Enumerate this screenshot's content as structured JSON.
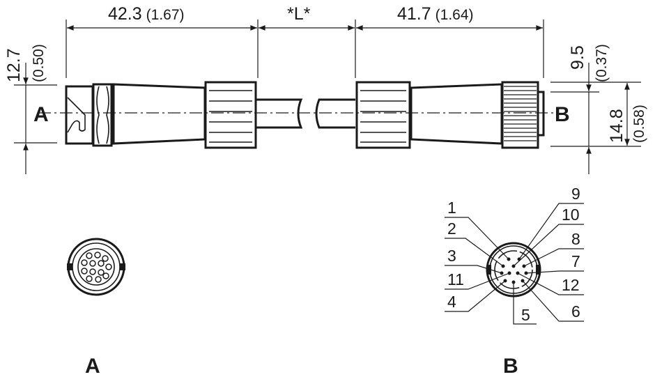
{
  "dimensions": {
    "left_length": "42.3",
    "left_length_in": "(1.67)",
    "cable_length": "*L*",
    "right_length": "41.7",
    "right_length_in": "(1.64)",
    "left_diameter": "12.7",
    "left_diameter_in": "(0.50)",
    "right_offset": "9.5",
    "right_offset_in": "(0.37)",
    "right_diameter": "14.8",
    "right_diameter_in": "(0.58)"
  },
  "labels": {
    "end_a": "A",
    "end_b": "B",
    "view_a": "A",
    "view_b": "B"
  },
  "pins_left": [
    "1",
    "2",
    "3",
    "11",
    "4"
  ],
  "pins_right": [
    "9",
    "10",
    "8",
    "7",
    "12",
    "6"
  ],
  "pin_bottom": "5"
}
